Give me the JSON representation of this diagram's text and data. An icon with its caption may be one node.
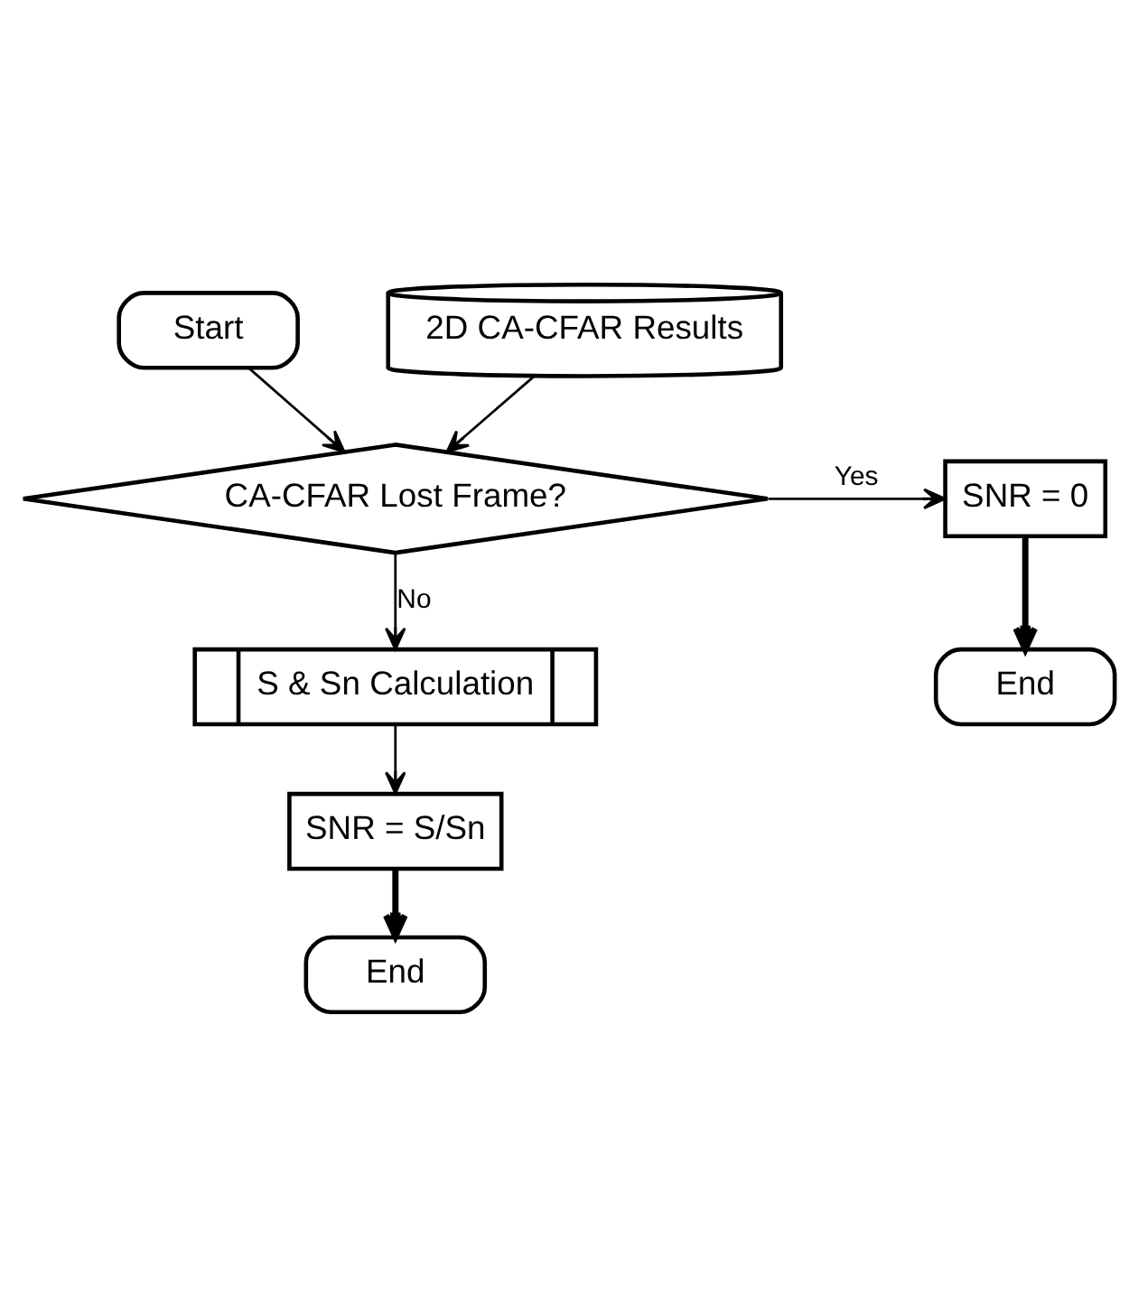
{
  "diagram": {
    "nodes": [
      {
        "text": [
          "Start"
        ]
      },
      {
        "text": [
          "2D CA-CFAR Results"
        ]
      },
      {
        "text": [
          "CA-CFAR Lost Frame?"
        ]
      },
      {
        "text": [
          "SNR = 0"
        ]
      },
      {
        "text": [
          "End"
        ]
      },
      {
        "text": [
          "S & Sn Calculation"
        ]
      },
      {
        "text": [
          "SNR = S/Sn"
        ]
      },
      {
        "text": [
          "End"
        ]
      }
    ],
    "edges": [
      {
        "from": 0,
        "to": 2,
        "arrow": "to"
      },
      {
        "from": 1,
        "to": 2,
        "arrow": "to"
      },
      {
        "from": 2,
        "to": 3,
        "arrow": "to",
        "label": "Yes"
      },
      {
        "from": 3,
        "to": 4,
        "arrow": "to",
        "style": "thick"
      },
      {
        "from": 2,
        "to": 5,
        "arrow": "to",
        "label": "No"
      },
      {
        "from": 5,
        "to": 6,
        "arrow": "to"
      },
      {
        "from": 6,
        "to": 7,
        "arrow": "to",
        "style": "thick"
      }
    ]
  }
}
